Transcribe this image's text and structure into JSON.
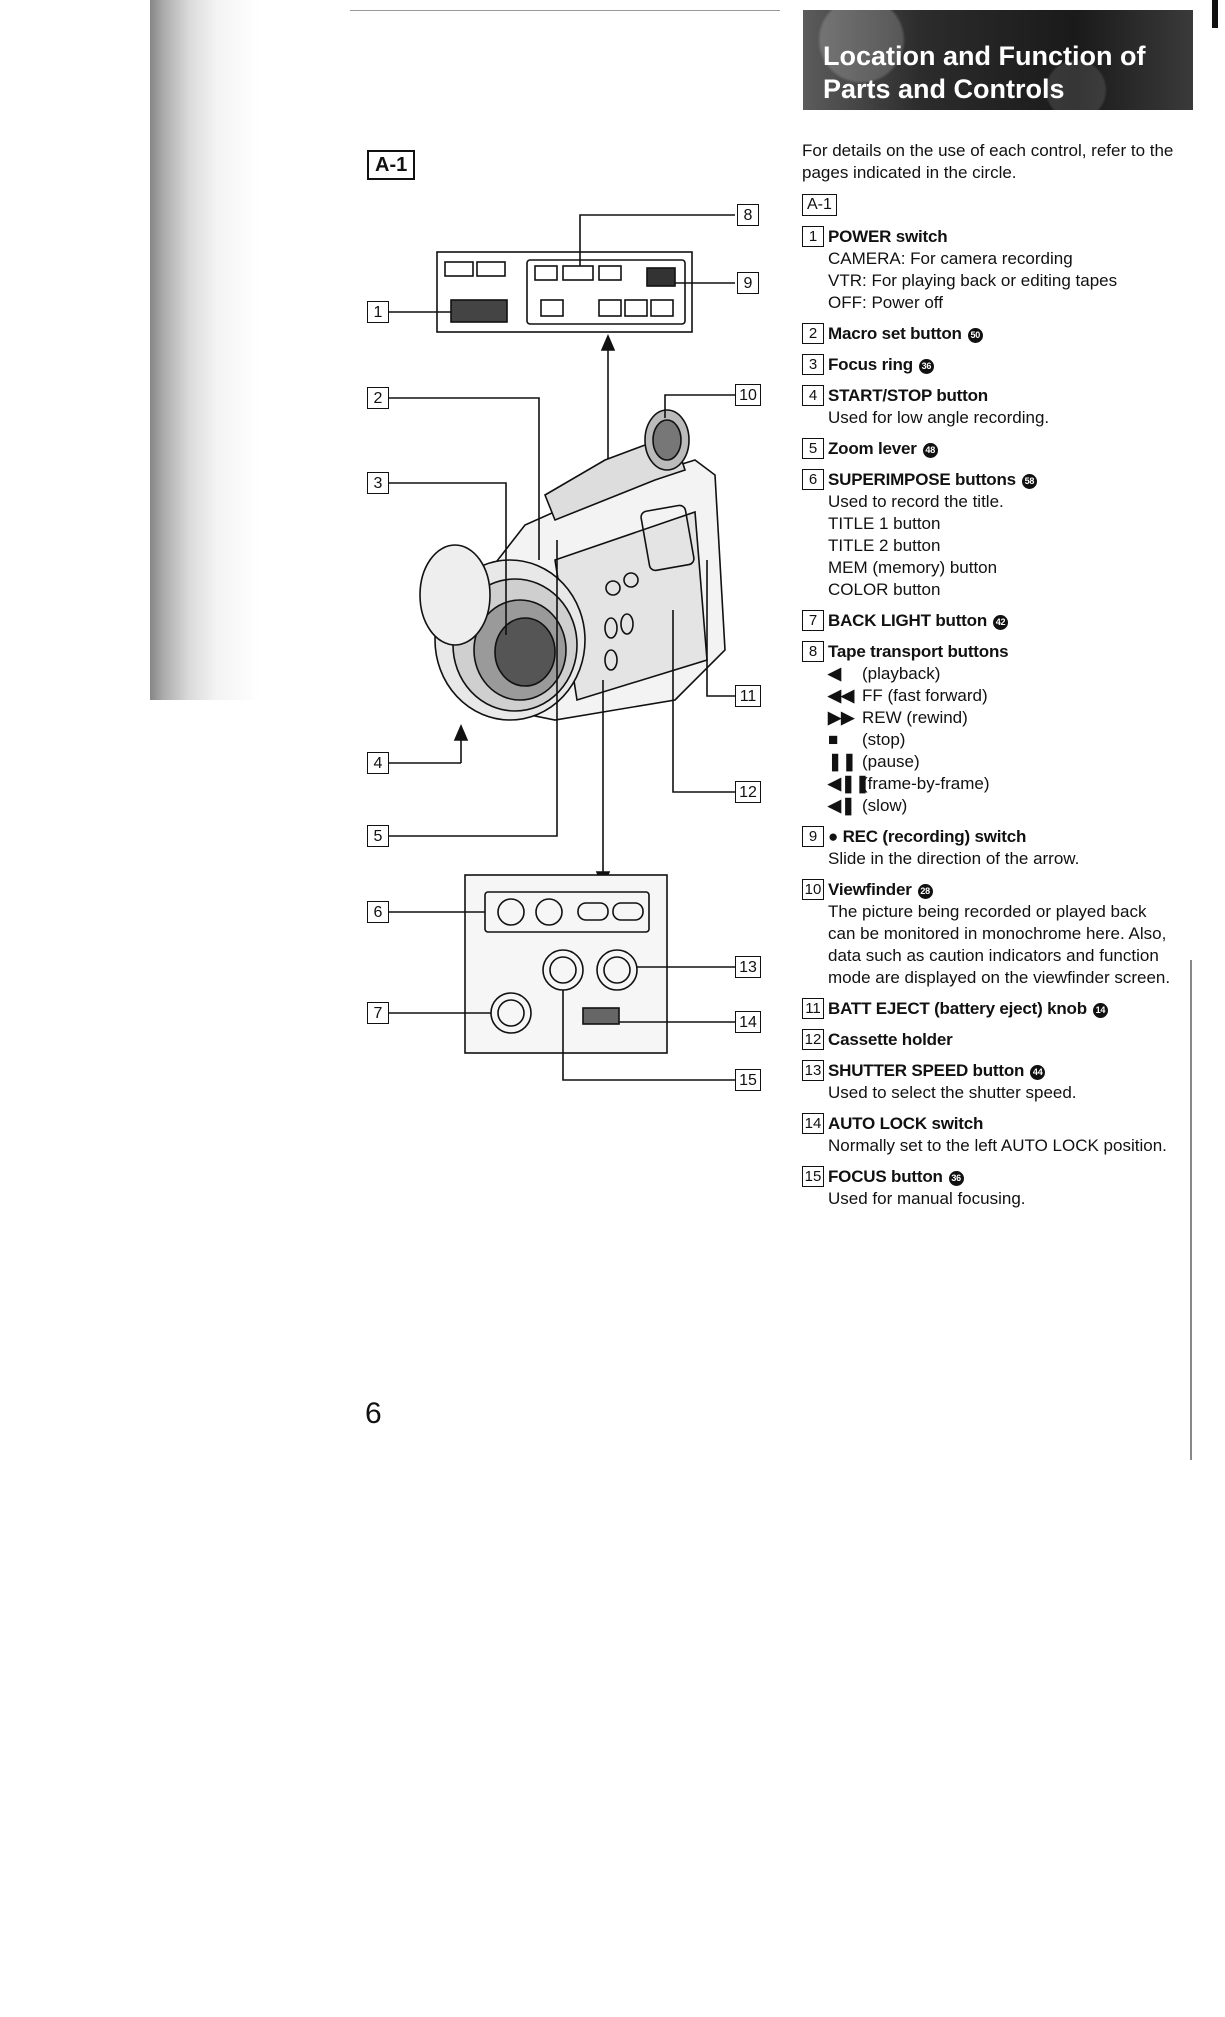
{
  "header": {
    "title": "Location and Function of Parts and Controls"
  },
  "figure": {
    "label": "A-1",
    "callouts": [
      "1",
      "2",
      "3",
      "4",
      "5",
      "6",
      "7",
      "8",
      "9",
      "10",
      "11",
      "12",
      "13",
      "14",
      "15"
    ]
  },
  "intro": "For details on the use of each control, refer to the pages indicated in the circle.",
  "section_label": "A-1",
  "parts": [
    {
      "num": "1",
      "title": "POWER switch",
      "ref": "",
      "desc": [
        "CAMERA: For camera recording",
        "VTR: For playing back or editing tapes",
        "OFF: Power off"
      ]
    },
    {
      "num": "2",
      "title": "Macro set button",
      "ref": "50",
      "desc": []
    },
    {
      "num": "3",
      "title": "Focus ring",
      "ref": "36",
      "desc": []
    },
    {
      "num": "4",
      "title": "START/STOP button",
      "ref": "",
      "desc": [
        "Used for low angle recording."
      ]
    },
    {
      "num": "5",
      "title": "Zoom lever",
      "ref": "48",
      "desc": []
    },
    {
      "num": "6",
      "title": "SUPERIMPOSE buttons",
      "ref": "58",
      "desc": [
        "Used to record the title.",
        "TITLE 1 button",
        "TITLE 2 button",
        "MEM (memory) button",
        "COLOR button"
      ]
    },
    {
      "num": "7",
      "title": "BACK LIGHT button",
      "ref": "42",
      "desc": []
    },
    {
      "num": "8",
      "title": "Tape transport buttons",
      "ref": "",
      "desc": []
    },
    {
      "num": "9",
      "title": "● REC (recording) switch",
      "ref": "",
      "desc": [
        "Slide in the direction of the arrow."
      ]
    },
    {
      "num": "10",
      "title": "Viewfinder",
      "ref": "28",
      "desc": [
        "The picture being recorded or played back",
        "can be monitored in monochrome here. Also,",
        "data such as caution indicators and function",
        "mode are displayed on the viewfinder screen."
      ]
    },
    {
      "num": "11",
      "title": "BATT EJECT (battery eject) knob",
      "ref": "14",
      "desc": []
    },
    {
      "num": "12",
      "title": "Cassette holder",
      "ref": "",
      "desc": []
    },
    {
      "num": "13",
      "title": "SHUTTER SPEED button",
      "ref": "44",
      "desc": [
        "Used to select the shutter speed."
      ]
    },
    {
      "num": "14",
      "title": "AUTO LOCK switch",
      "ref": "",
      "desc": [
        "Normally set to the left AUTO LOCK position."
      ]
    },
    {
      "num": "15",
      "title": "FOCUS button",
      "ref": "36",
      "desc": [
        "Used for manual focusing."
      ]
    }
  ],
  "tape_buttons": [
    {
      "symbol": "◀",
      "label": "(playback)"
    },
    {
      "symbol": "◀◀",
      "label": "FF (fast forward)"
    },
    {
      "symbol": "▶▶",
      "label": "REW (rewind)"
    },
    {
      "symbol": "■",
      "label": "(stop)"
    },
    {
      "symbol": "❚❚",
      "label": "(pause)"
    },
    {
      "symbol": "◀❚❚",
      "label": "(frame-by-frame)"
    },
    {
      "symbol": "◀❚",
      "label": "(slow)"
    }
  ],
  "page_number": "6"
}
